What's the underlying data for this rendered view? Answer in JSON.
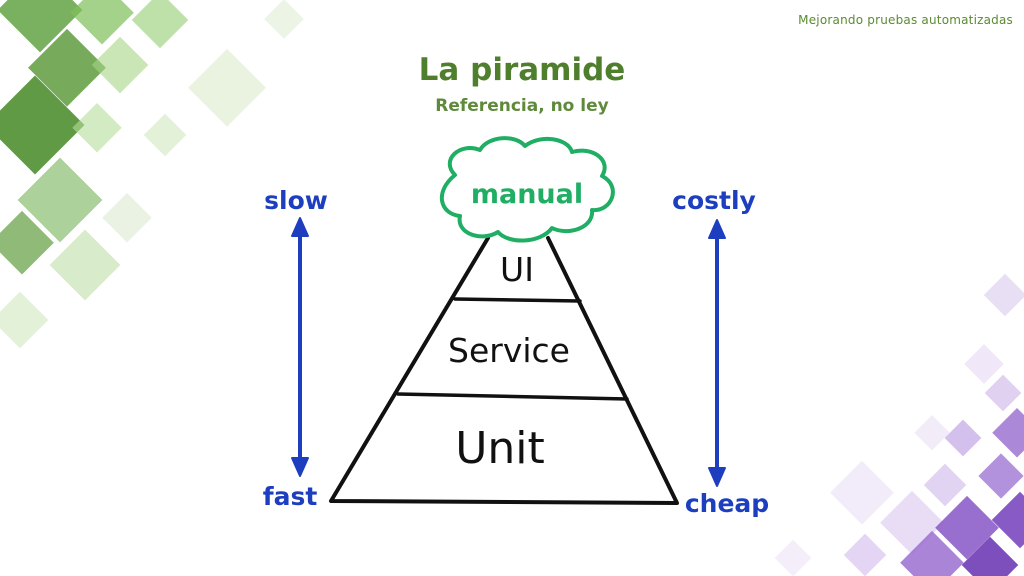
{
  "slide": {
    "header": "Mejorando pruebas automatizadas",
    "title": "La piramide",
    "subtitle": "Referencia, no ley"
  },
  "diagram": {
    "cloud_label": "manual",
    "layers": [
      "UI",
      "Service",
      "Unit"
    ],
    "left_axis": {
      "top": "slow",
      "bottom": "fast"
    },
    "right_axis": {
      "top": "costly",
      "bottom": "cheap"
    }
  },
  "colors": {
    "green_accent": "#5a8c2f",
    "purple_accent": "#8a5cc6",
    "cloud_green": "#1fae63",
    "arrow_blue": "#1d3fbf",
    "ink": "#111111"
  }
}
